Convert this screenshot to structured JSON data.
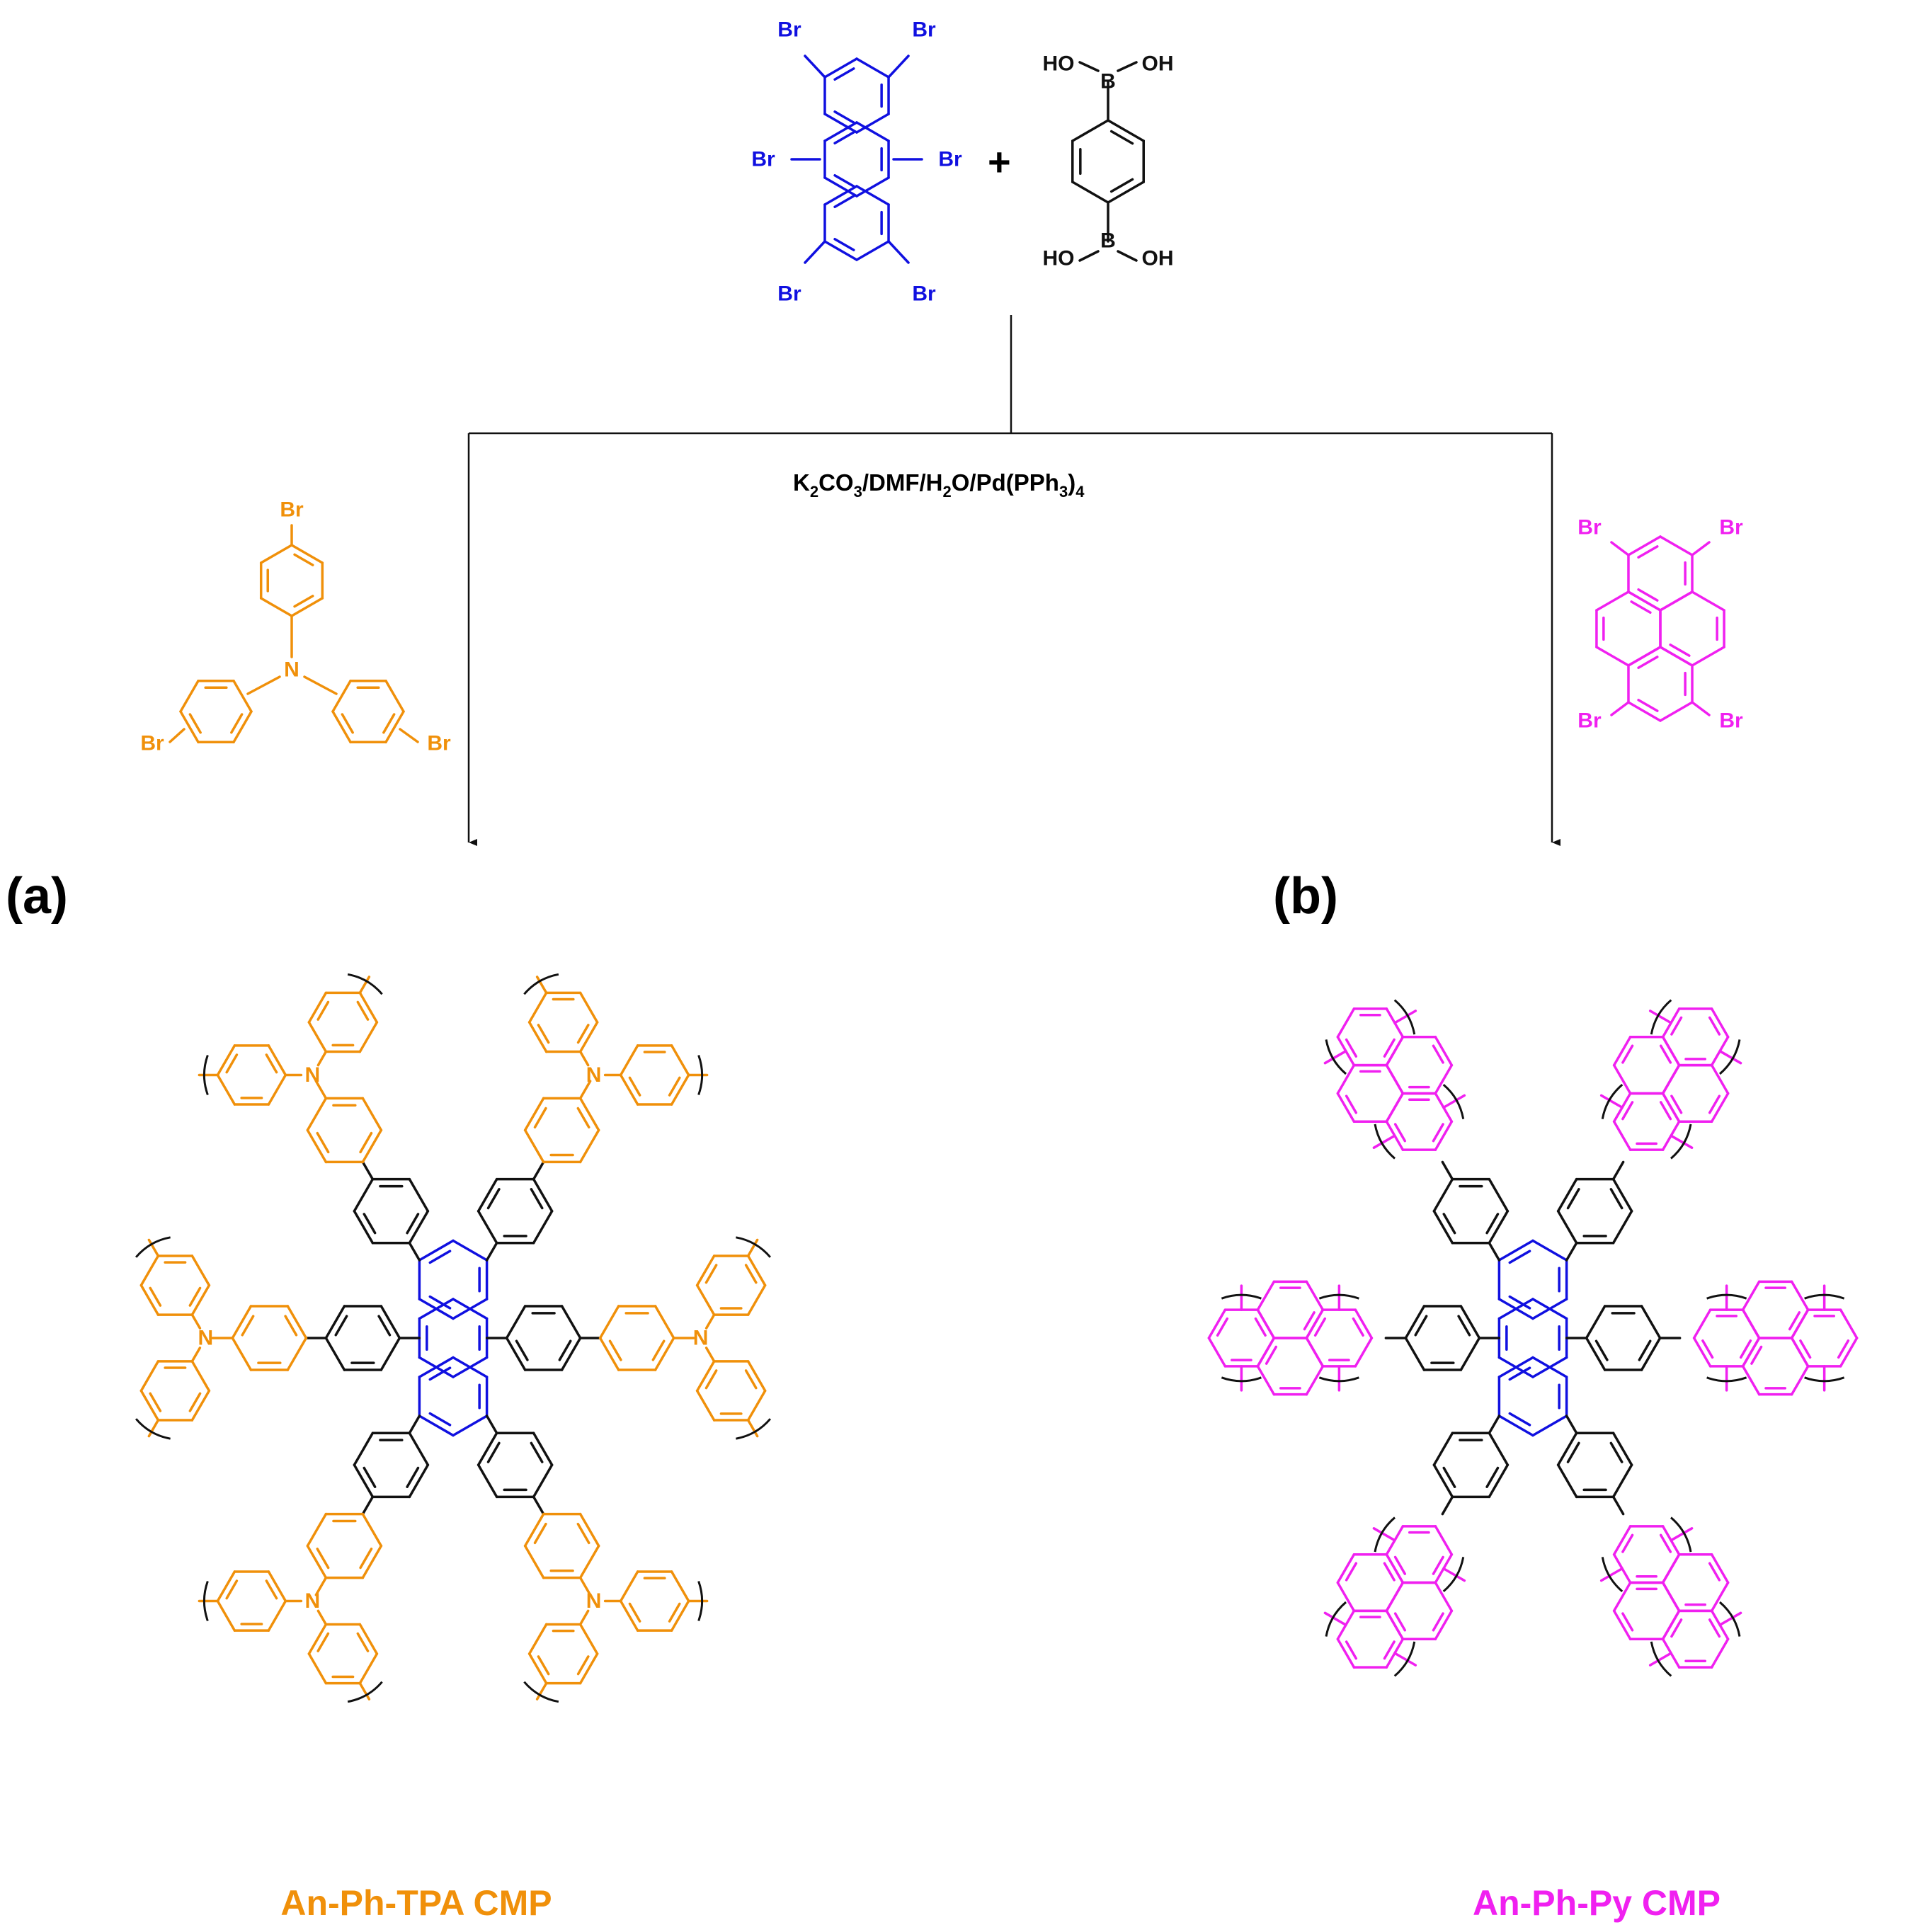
{
  "colors": {
    "anthracene": "#1010e0",
    "tpa": "#f0900a",
    "pyrene": "#f020f0",
    "linker": "#111111",
    "arrow": "#111111"
  },
  "reagents": {
    "anthracene_br": "Br",
    "plus": "+",
    "ho": "HO",
    "oh": "OH",
    "boron": "B",
    "tpa_br": "Br",
    "tpa_n": "N",
    "pyrene_br": "Br"
  },
  "conditions": {
    "k": "K",
    "sub_2a": "2",
    "co": "CO",
    "sub_3": "3",
    "dmf": "/DMF/H",
    "sub_2b": "2",
    "o_pd": "O/Pd(PPh",
    "sub_3b": "3",
    "close": ")",
    "sub_4": "4"
  },
  "panel_a": {
    "label": "(a)",
    "name": "An-Ph-TPA CMP"
  },
  "panel_b": {
    "label": "(b)",
    "name": "An-Ph-Py CMP"
  }
}
